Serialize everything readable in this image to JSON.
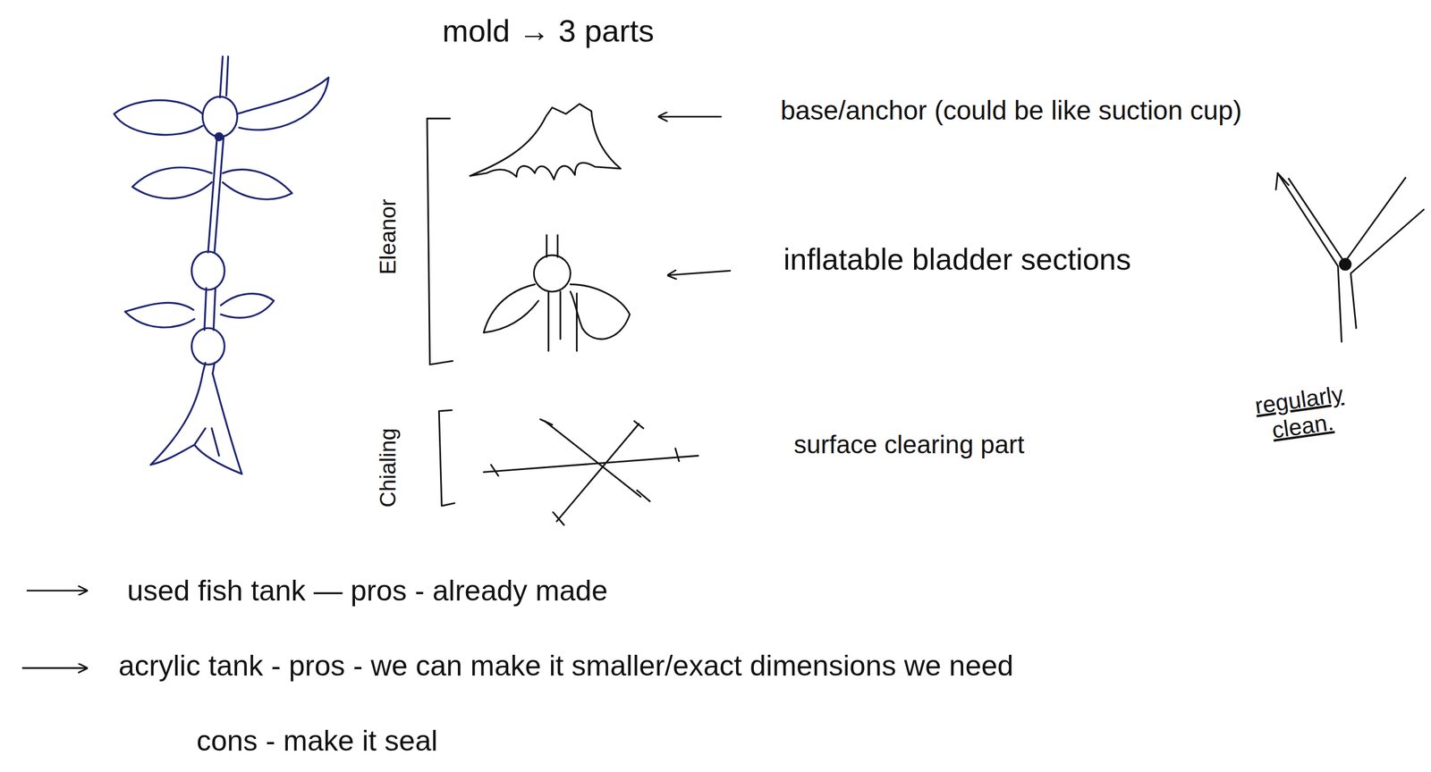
{
  "diagram": {
    "labels": [
      "mold → 3 parts",
      "base/anchor (could be like suction cup)",
      "inflatable bladder sections",
      "Eleanor",
      "surface clearing part",
      "Chialing",
      "regularly clean.",
      "used fish tank — pros - already made",
      "acrylic tank - pros - we can make it smaller/exact dimensions we need",
      "cons - make it seal"
    ]
  }
}
